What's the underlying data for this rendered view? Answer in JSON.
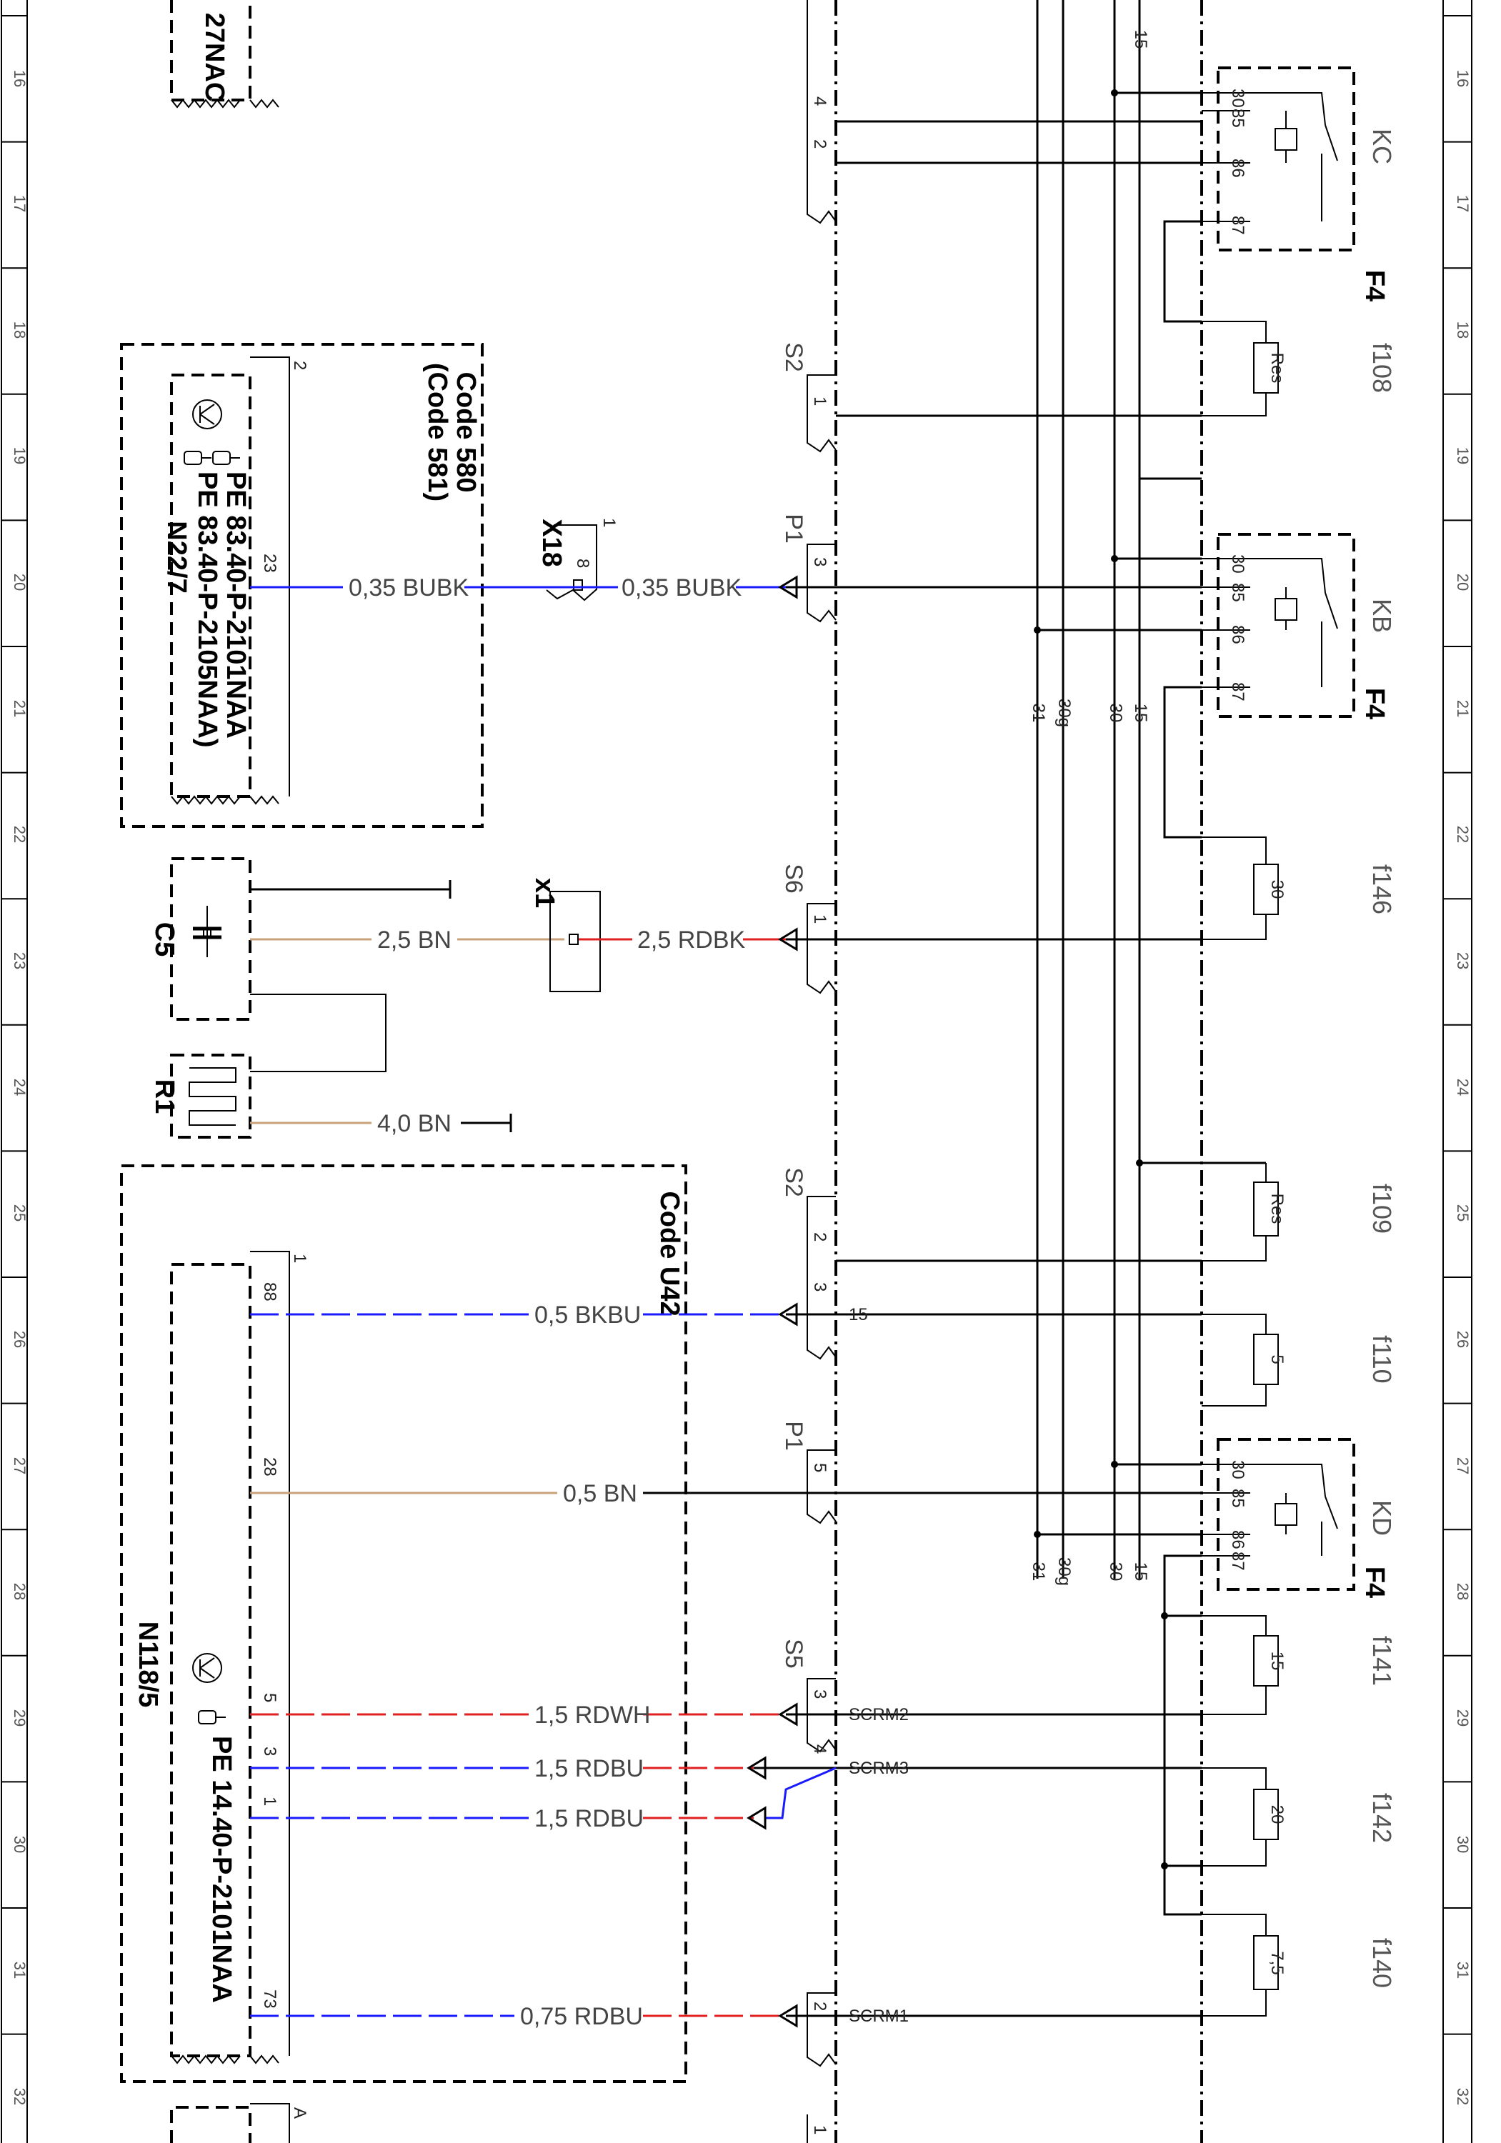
{
  "grid_numbers": [
    "16",
    "17",
    "18",
    "19",
    "20",
    "21",
    "22",
    "23",
    "24",
    "25",
    "26",
    "27",
    "28",
    "29",
    "30",
    "31",
    "32"
  ],
  "components": {
    "c27nac": "27NAC",
    "x18": "X18",
    "x18_pin_top": "1",
    "x18_pin": "8",
    "x1": "x1",
    "c5": "C5",
    "r1": "R1",
    "n22": {
      "name": "N22/7",
      "code1": "Code 580",
      "code2": "(Code 581)",
      "pe1": "PE 83.40-P-2101NAA",
      "pe2": "PE 83.40-P-2105NAA)",
      "pin_top": "2",
      "pin": "23"
    },
    "n118": {
      "name": "N118/5",
      "code": "Code U42",
      "pe": "PE 14.40-P-2101NAA",
      "pin_top": "1",
      "pins": [
        "88",
        "28",
        "5",
        "3",
        "1",
        "73"
      ]
    },
    "bottom_conn": "A"
  },
  "wires": {
    "w_bubk_left": "0,35 BUBK",
    "w_bubk_right": "0,35 BUBK",
    "w_25bn": "2,5 BN",
    "w_25rdbk": "2,5 RDBK",
    "w_40bn": "4,0 BN",
    "w_05bkbu": "0,5 BKBU",
    "w_05bn": "0,5 BN",
    "w_15rdwh": "1,5 RDWH",
    "w_15rdbu_a": "1,5 RDBU",
    "w_15rdbu_b": "1,5 RDBU",
    "w_075rdbu": "0,75 RDBU"
  },
  "connectors": {
    "s2_top": {
      "name": "S2",
      "pin": "1"
    },
    "p1_top": {
      "name": "P1",
      "pin": "3"
    },
    "s6": {
      "name": "S6",
      "pin": "1"
    },
    "s2_mid": {
      "name": "S2",
      "pins": [
        "2",
        "3"
      ]
    },
    "p1_mid": {
      "name": "P1",
      "pin": "5"
    },
    "s5": {
      "name": "S5",
      "pins": [
        "3",
        "4",
        "2"
      ]
    },
    "top_pins": [
      "4",
      "2"
    ],
    "bottom_pin": "1"
  },
  "signals": {
    "scrm1": "SCRM1",
    "scrm2": "SCRM2",
    "scrm3": "SCRM3",
    "t15": "15"
  },
  "bus": {
    "b31": "31",
    "b30g": "30g",
    "b30": "30",
    "b15": "15",
    "top15": "15"
  },
  "relays": {
    "kc": {
      "name": "KC",
      "group": "F4"
    },
    "kb": {
      "name": "KB",
      "group": "F4"
    },
    "kd": {
      "name": "KD",
      "group": "F4"
    },
    "pins": [
      "30",
      "85",
      "86",
      "87"
    ]
  },
  "fuses": [
    {
      "name": "f108",
      "rating": "Res"
    },
    {
      "name": "f146",
      "rating": "30"
    },
    {
      "name": "f109",
      "rating": "Res"
    },
    {
      "name": "f110",
      "rating": "5"
    },
    {
      "name": "f141",
      "rating": "15"
    },
    {
      "name": "f142",
      "rating": "20"
    },
    {
      "name": "f140",
      "rating": "7,5"
    }
  ],
  "colors": {
    "blue": "#1a1aff",
    "red": "#e02020",
    "brown": "#c8a27a",
    "black": "#000000"
  }
}
